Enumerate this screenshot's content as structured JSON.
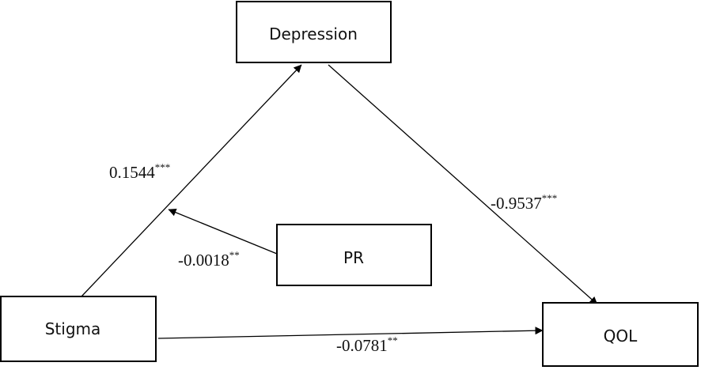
{
  "nodes": {
    "depression": {
      "label": "Depression"
    },
    "stigma": {
      "label": "Stigma"
    },
    "qol": {
      "label": "QOL"
    },
    "pr": {
      "label": "PR"
    }
  },
  "paths": {
    "stigma_to_depression": {
      "coefficient": "0.1544",
      "significance": "***"
    },
    "depression_to_qol": {
      "coefficient": "-0.9537",
      "significance": "***"
    },
    "pr_moderation": {
      "coefficient": "-0.0018",
      "significance": "**"
    },
    "stigma_to_qol": {
      "coefficient": "-0.0781",
      "significance": "**"
    }
  }
}
